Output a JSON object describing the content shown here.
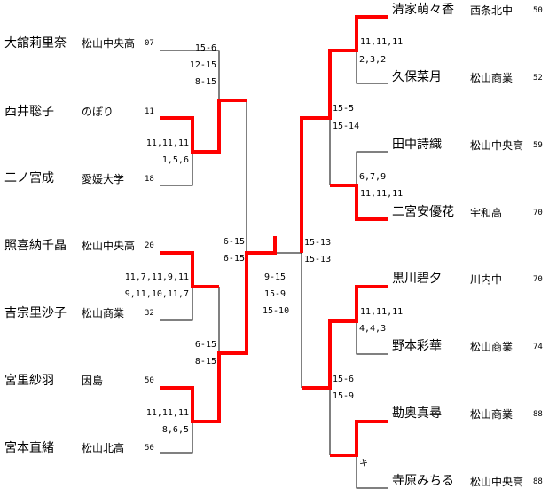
{
  "colors": {
    "winner_line": "#ff0000",
    "line": "#000000"
  },
  "left_players": [
    {
      "name": "大舘莉里奈",
      "school": "松山中央高",
      "number": "07"
    },
    {
      "name": "西井聡子",
      "school": "のぼり",
      "number": "11"
    },
    {
      "name": "二ノ宮成",
      "school": "愛媛大学",
      "number": "18"
    },
    {
      "name": "照喜納千晶",
      "school": "松山中央高",
      "number": "20"
    },
    {
      "name": "吉宗里沙子",
      "school": "松山商業",
      "number": "32"
    },
    {
      "name": "宮里紗羽",
      "school": "因島",
      "number": "50"
    },
    {
      "name": "宮本直緒",
      "school": "松山北高",
      "number": "50"
    }
  ],
  "right_players": [
    {
      "name": "清家萌々香",
      "school": "西条北中",
      "number": "50"
    },
    {
      "name": "久保菜月",
      "school": "松山商業",
      "number": "52"
    },
    {
      "name": "田中詩織",
      "school": "松山中央高",
      "number": "59"
    },
    {
      "name": "二宮安優花",
      "school": "宇和高",
      "number": "70"
    },
    {
      "name": "黒川碧夕",
      "school": "川内中",
      "number": "70"
    },
    {
      "name": "野本彩華",
      "school": "松山商業",
      "number": "74"
    },
    {
      "name": "勘奥真尋",
      "school": "松山商業",
      "number": "88"
    },
    {
      "name": "寺原みちる",
      "school": "松山中央高",
      "number": "88"
    }
  ],
  "scores": {
    "l_r1_a": [
      "11,11,11",
      "1,5,6"
    ],
    "l_r1_b": [
      "11,7,11,9,11",
      "9,11,10,11,7"
    ],
    "l_r1_c": [
      "11,11,11",
      "8,6,5"
    ],
    "l_r2_a": [
      "15-6",
      "12-15",
      "8-15"
    ],
    "l_r2_b": [
      "6-15",
      "8-15"
    ],
    "l_sf": [
      "6-15",
      "6-15"
    ],
    "final": [
      "9-15",
      "15-9",
      "15-10"
    ],
    "r_sf": [
      "15-13",
      "15-13"
    ],
    "r_r1_a": [
      "11,11,11",
      "2,3,2"
    ],
    "r_r1_b": [
      "6,7,9",
      "11,11,11"
    ],
    "r_r1_c": [
      "11,11,11",
      "4,4,3"
    ],
    "r_r1_d": [
      "キ"
    ],
    "r_r2_a": [
      "15-5",
      "15-14"
    ],
    "r_r2_b": [
      "15-6",
      "15-9"
    ]
  }
}
